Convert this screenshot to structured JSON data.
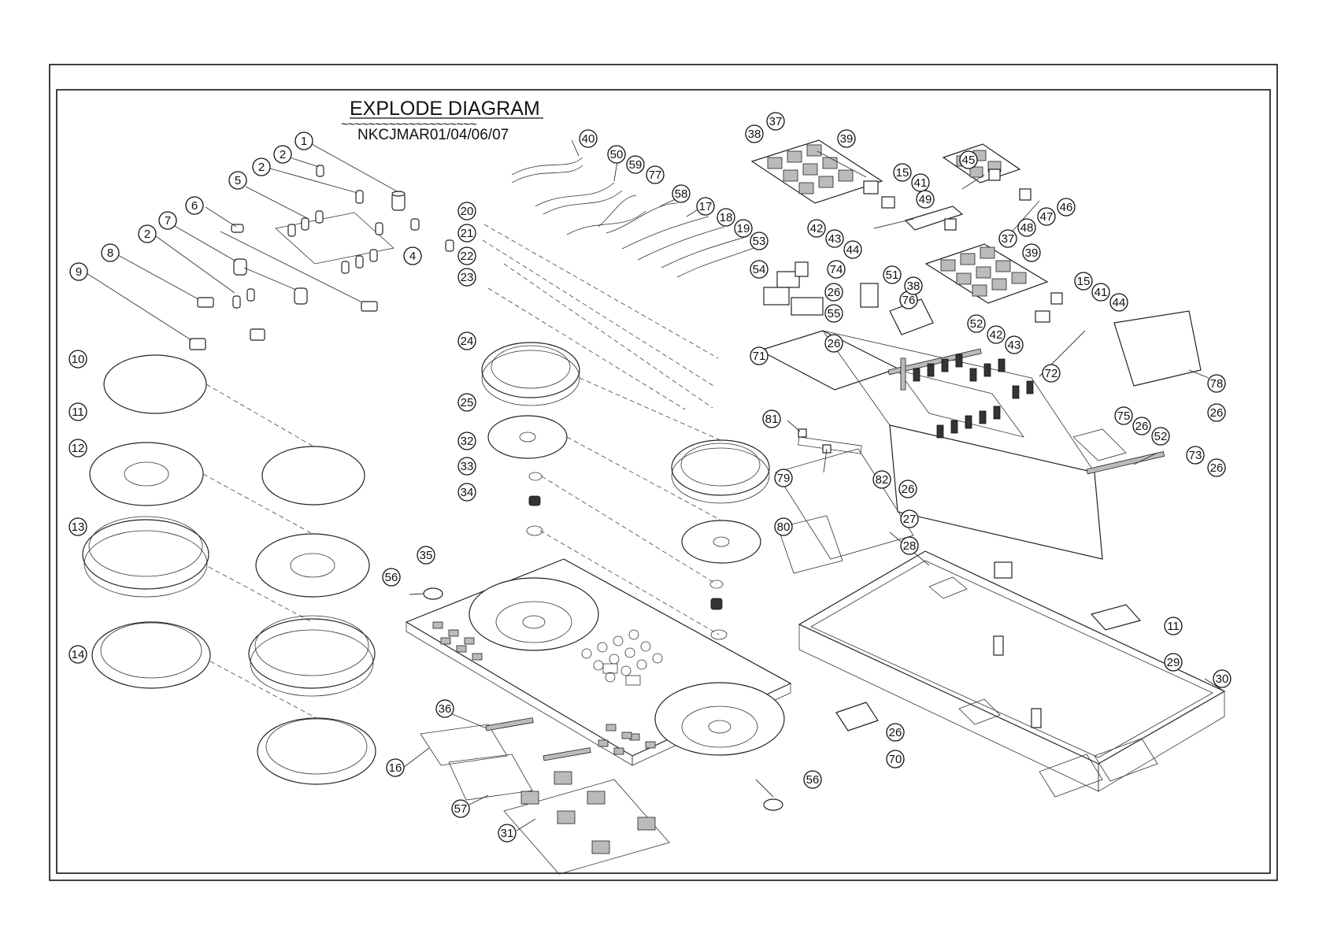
{
  "diagram": {
    "title": "EXPLODE DIAGRAM",
    "underline_tildes": "~~~~~~~~~~~~~~~~~~~~",
    "model": "NKCJMAR01/04/06/07",
    "callouts": [
      "1",
      "2",
      "2",
      "2",
      "4",
      "5",
      "6",
      "7",
      "8",
      "9",
      "10",
      "11",
      "12",
      "13",
      "14",
      "16",
      "20",
      "21",
      "22",
      "23",
      "24",
      "25",
      "32",
      "33",
      "34",
      "35",
      "56",
      "36",
      "57",
      "31",
      "56",
      "40",
      "50",
      "59",
      "77",
      "58",
      "17",
      "18",
      "19",
      "37",
      "38",
      "39",
      "15",
      "41",
      "42",
      "43",
      "44",
      "45",
      "49",
      "47",
      "46",
      "48",
      "53",
      "54",
      "74",
      "26",
      "55",
      "76",
      "51",
      "38",
      "37",
      "39",
      "15",
      "41",
      "44",
      "42",
      "43",
      "52",
      "26",
      "71",
      "72",
      "78",
      "26",
      "81",
      "82",
      "75",
      "26",
      "52",
      "73",
      "26",
      "26",
      "79",
      "80",
      "27",
      "28",
      "11",
      "29",
      "30",
      "26",
      "70"
    ]
  }
}
